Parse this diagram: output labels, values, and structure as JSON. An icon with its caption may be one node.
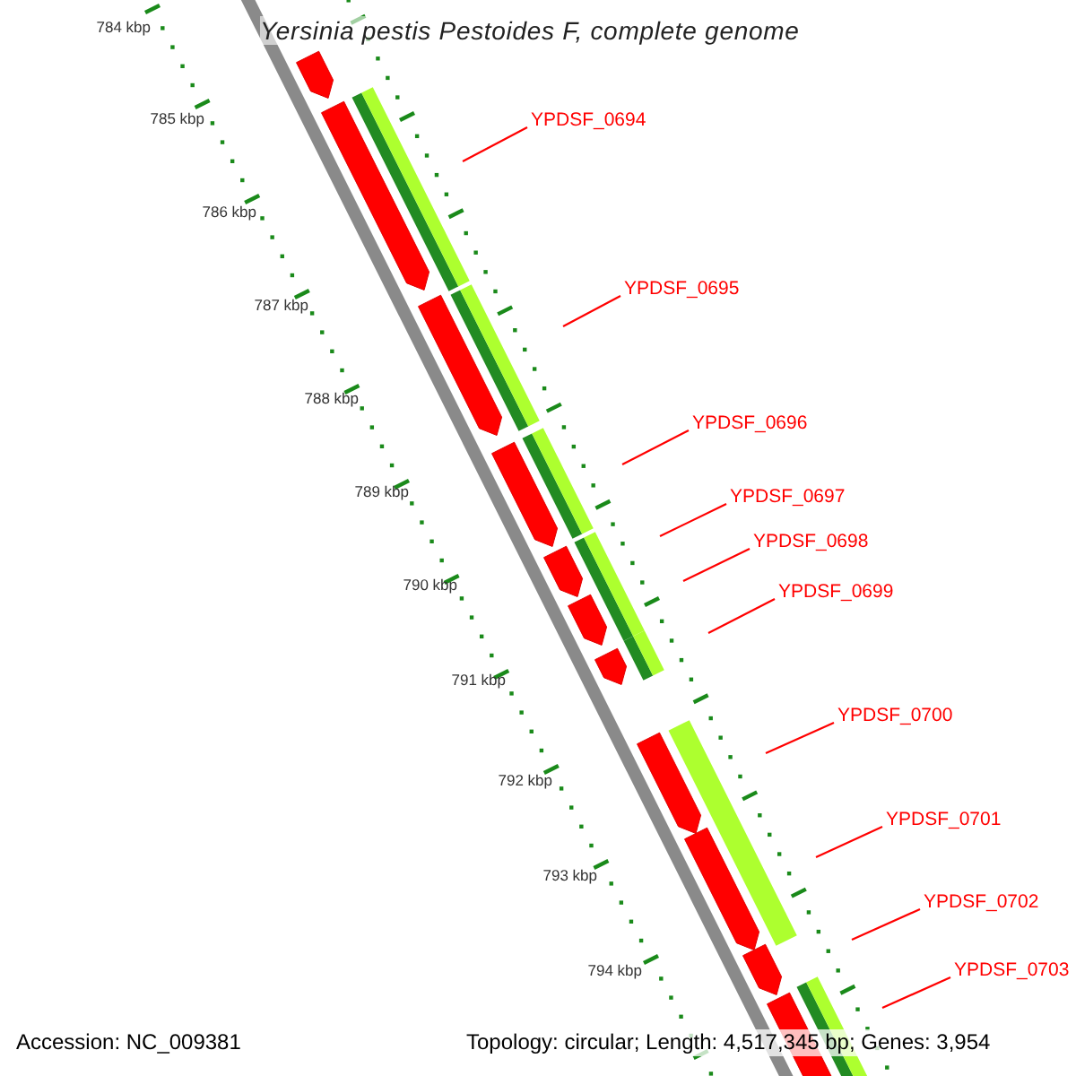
{
  "diagram": {
    "title": "Yersinia pestis Pestoides F, complete genome",
    "nodes": [
      {
        "text": [
          "YPDSF_0694"
        ]
      },
      {
        "text": [
          "YPDSF_0695"
        ]
      },
      {
        "text": [
          "YPDSF_0696"
        ]
      },
      {
        "text": [
          "YPDSF_0697"
        ]
      },
      {
        "text": [
          "YPDSF_0698"
        ]
      },
      {
        "text": [
          "YPDSF_0699"
        ]
      },
      {
        "text": [
          "YPDSF_0700"
        ]
      },
      {
        "text": [
          "YPDSF_0701"
        ]
      },
      {
        "text": [
          "YPDSF_0702"
        ]
      },
      {
        "text": [
          "YPDSF_0703"
        ]
      }
    ],
    "edges": [
      {
        "from": 0,
        "to": null,
        "arrow": "none"
      },
      {
        "from": 1,
        "to": null,
        "arrow": "none"
      },
      {
        "from": 2,
        "to": null,
        "arrow": "none"
      },
      {
        "from": 3,
        "to": null,
        "arrow": "none"
      },
      {
        "from": 4,
        "to": null,
        "arrow": "none"
      },
      {
        "from": 5,
        "to": null,
        "arrow": "none"
      },
      {
        "from": 6,
        "to": null,
        "arrow": "none"
      },
      {
        "from": 7,
        "to": null,
        "arrow": "none"
      },
      {
        "from": 8,
        "to": null,
        "arrow": "none"
      },
      {
        "from": 9,
        "to": null,
        "arrow": "none"
      }
    ],
    "labels": [
      "784 kbp",
      "785 kbp",
      "786 kbp",
      "787 kbp",
      "788 kbp",
      "789 kbp",
      "790 kbp",
      "791 kbp",
      "792 kbp",
      "793 kbp",
      "794 kbp",
      "Accession: NC_009381",
      "Topology: circular; Length: 4,517,345 bp; Genes: 3,954"
    ]
  }
}
